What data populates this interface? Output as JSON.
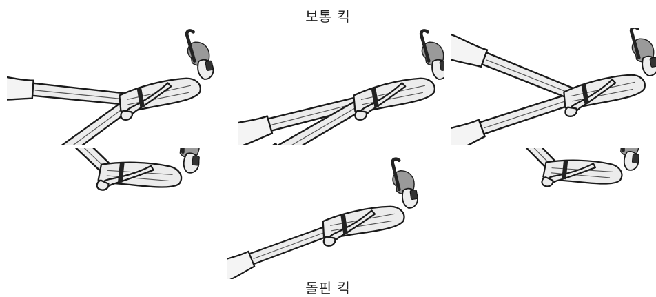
{
  "labels": {
    "top": "보통 킥",
    "bottom": "돌핀 킥"
  },
  "figures": {
    "rows": [
      {
        "name": "normal-kick",
        "diver_count": 3
      },
      {
        "name": "dolphin-kick",
        "diver_count": 3
      }
    ]
  },
  "colors": {
    "suit": "#ececec",
    "outline": "#1a1a1a",
    "hair": "#9a9a9a"
  }
}
